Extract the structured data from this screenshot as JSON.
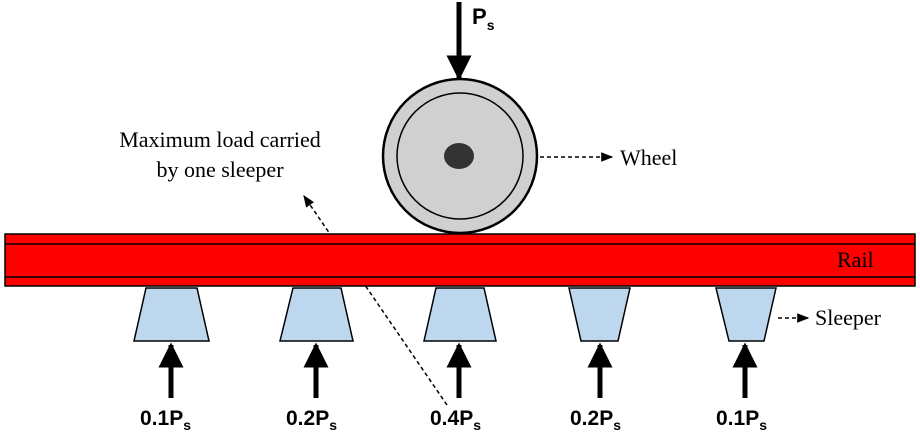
{
  "load": {
    "symbol": "P",
    "subscript": "s"
  },
  "labels": {
    "annotation_line1": "Maximum load carried",
    "annotation_line2": "by one sleeper",
    "wheel": "Wheel",
    "rail": "Rail",
    "sleeper": "Sleeper"
  },
  "reactions": [
    {
      "coef": "0.1",
      "symbol": "P",
      "subscript": "s"
    },
    {
      "coef": "0.2",
      "symbol": "P",
      "subscript": "s"
    },
    {
      "coef": "0.4",
      "symbol": "P",
      "subscript": "s"
    },
    {
      "coef": "0.2",
      "symbol": "P",
      "subscript": "s"
    },
    {
      "coef": "0.1",
      "symbol": "P",
      "subscript": "s"
    }
  ],
  "colors": {
    "rail": "#ff0000",
    "sleeper_fill": "#bdd7ee",
    "wheel_fill": "#d0d0d0",
    "hub": "#333333",
    "stroke": "#000000"
  }
}
